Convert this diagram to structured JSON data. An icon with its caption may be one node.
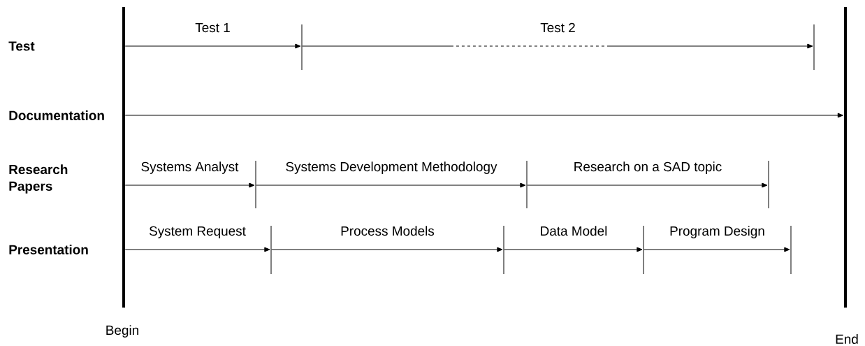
{
  "diagram": {
    "nodes": [
      {
        "text": [],
        "shape": "bar",
        "beside": [
          "Begin"
        ]
      },
      {
        "text": [],
        "shape": "bar",
        "beside": [
          "End"
        ]
      },
      {
        "text": [],
        "shape": "bar"
      },
      {
        "text": [],
        "shape": "bar"
      },
      {
        "text": [],
        "shape": "bar"
      },
      {
        "text": [],
        "shape": "bar"
      },
      {
        "text": [],
        "shape": "bar"
      },
      {
        "text": [],
        "shape": "bar"
      },
      {
        "text": [],
        "shape": "bar"
      },
      {
        "text": [],
        "shape": "bar"
      },
      {
        "text": [],
        "shape": "bar"
      }
    ],
    "edges": [
      {
        "from": 0,
        "to": 2,
        "arrow": "to",
        "label": "Test 1"
      },
      {
        "from": 2,
        "to": 3,
        "arrow": "to",
        "label": "Test 2",
        "style": "dashed"
      },
      {
        "from": 0,
        "to": 1,
        "arrow": "to"
      },
      {
        "from": 0,
        "to": 4,
        "arrow": "to",
        "label": "Systems Analyst"
      },
      {
        "from": 4,
        "to": 5,
        "arrow": "to",
        "label": "Systems Development Methodology"
      },
      {
        "from": 5,
        "to": 6,
        "arrow": "to",
        "label": "Research on a SAD topic"
      },
      {
        "from": 0,
        "to": 7,
        "arrow": "to",
        "label": "System Request"
      },
      {
        "from": 7,
        "to": 8,
        "arrow": "to",
        "label": "Process Models"
      },
      {
        "from": 8,
        "to": 9,
        "arrow": "to",
        "label": "Data Model"
      },
      {
        "from": 9,
        "to": 10,
        "arrow": "to",
        "label": "Program Design"
      }
    ],
    "labels": [
      "Test",
      "Documentation",
      "Research Papers",
      "Presentation"
    ]
  }
}
